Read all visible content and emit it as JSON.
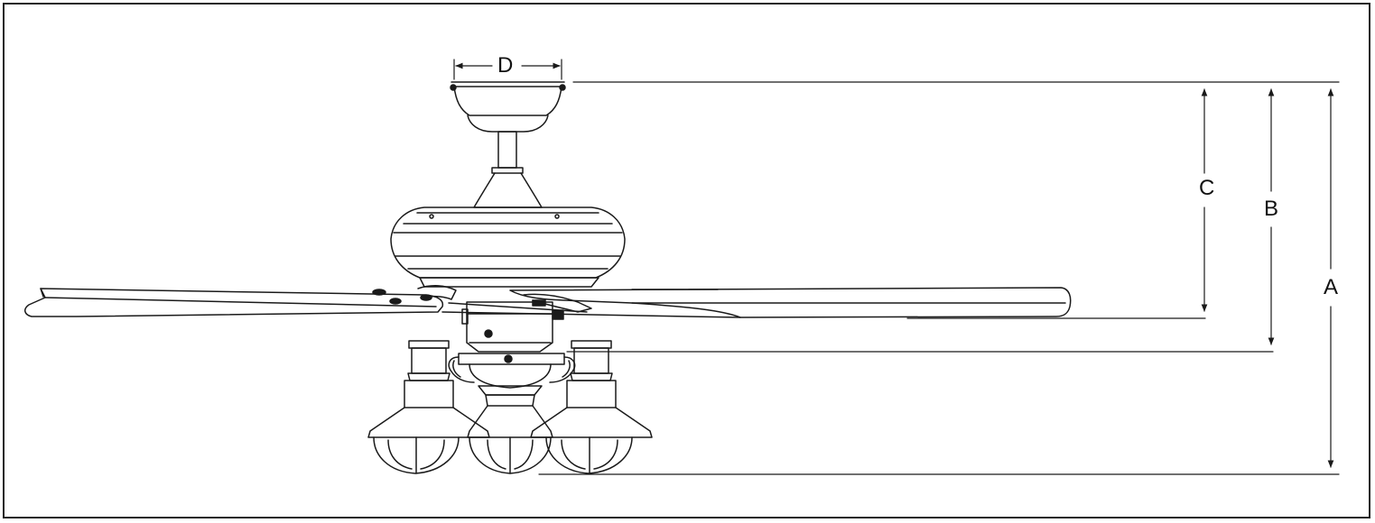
{
  "diagram": {
    "subject": "ceiling-fan-side-view",
    "dimension_labels": {
      "a": "A",
      "b": "B",
      "c": "C",
      "d": "D"
    },
    "colors": {
      "line": "#1a1a1a",
      "background": "#ffffff",
      "frame": "#222222"
    }
  }
}
